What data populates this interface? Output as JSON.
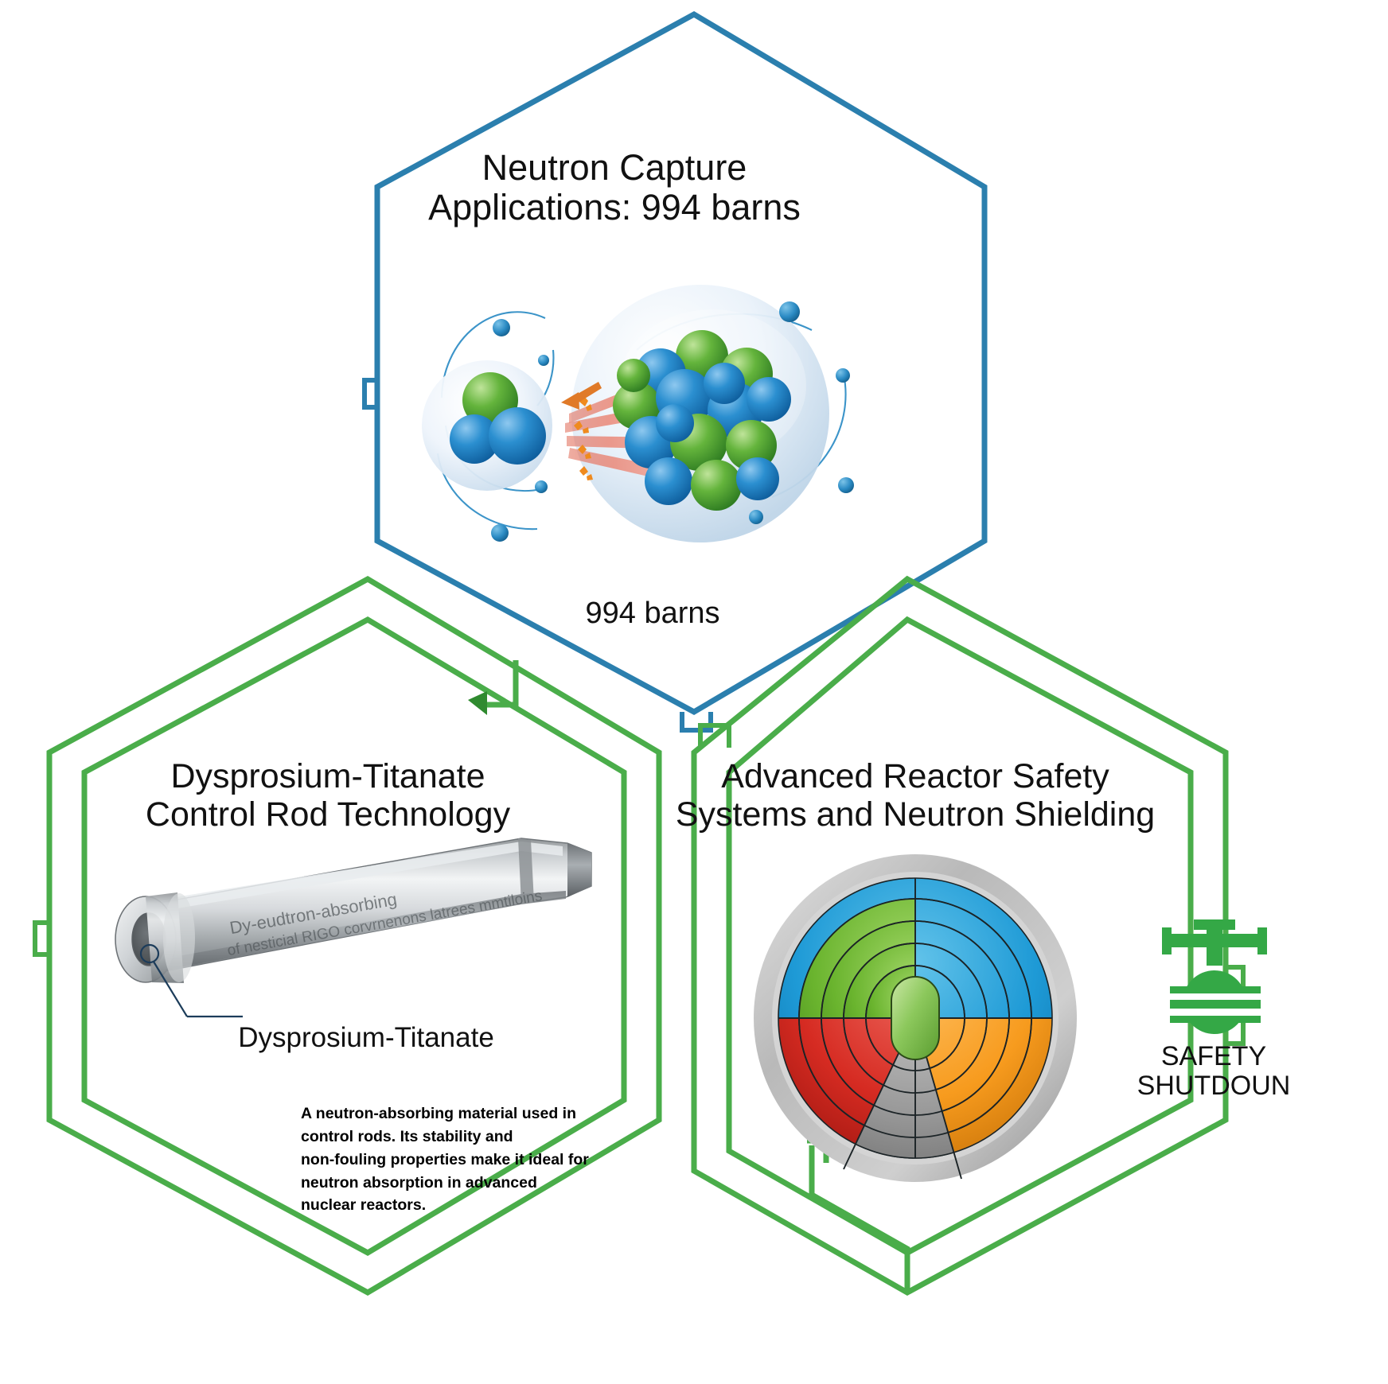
{
  "infographic": {
    "background": "#ffffff",
    "accent_blue": "#2b7fae",
    "accent_green": "#4aad4a",
    "text_color": "#111111"
  },
  "hexagons": [
    {
      "id": "neutron-capture",
      "border_color": "#2b7fae",
      "title": "Neutron Capture\nApplications: 994 barns",
      "caption": "994 barns",
      "illustration": "atom-neutron-capture"
    },
    {
      "id": "control-rod",
      "border_color": "#4aad4a",
      "title": "Dysprosium-Titanate\nControl Rod Technology",
      "illustration": "control-rod-cylinder",
      "rod_engraved_text": "Dy-eudtron-absorbing\nof nesticial RIGO corvrnenons latrees mmtiloins",
      "callout_label": "Dysprosium-Titanate",
      "callout_description": "A neutron-absorbing material used in\ncontrol rods. Its stability and\nnon-fouling properties make it ideal for\nneutron absorption in advanced\nnuclear reactors."
    },
    {
      "id": "reactor-safety",
      "border_color": "#4aad4a",
      "title": "Advanced Reactor Safety\nSystems and Neutron Shielding",
      "illustration": "reactor-core-cross-section",
      "shutdown_icon": "valve-wheel-icon",
      "shutdown_label": "SAFETY\nSHUTDOUN"
    }
  ],
  "chart_data": {
    "type": "diagram",
    "title": "Neutron Capture Applications",
    "metric_label": "barns",
    "metric_value": 994,
    "annotations": [
      "994 barns"
    ]
  },
  "reactor_core": {
    "quadrant_colors": {
      "top_left": "#6ab42e",
      "top_right": "#1e9ad6",
      "bottom_left": "#d62b22",
      "bottom_right": "#f79b1e",
      "bottom_sliver": "#9a9a9a",
      "center_capsule": "#7fc24a",
      "shell": "#bdbdbd"
    },
    "ring_count": 5
  },
  "atom_diagram": {
    "nucleon_blue": "#1f7fc4",
    "nucleon_green": "#57ad3a",
    "electron_color": "#2b8bc4",
    "beam_color": "#e8796b",
    "small_atom_nucleons": 3,
    "large_atom_nucleons": 16,
    "electron_count_small": 3,
    "electron_count_large": 5
  }
}
